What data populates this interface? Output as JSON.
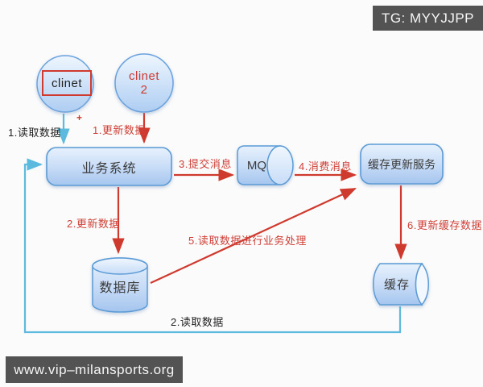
{
  "banners": {
    "telegram": "TG: MYYJJPP",
    "website": "www.vip–milansports.org"
  },
  "nodes": {
    "client1": {
      "label": "clinet"
    },
    "client2": {
      "line1": "clinet",
      "line2": "2"
    },
    "business_system": {
      "label": "业务系统"
    },
    "mq": {
      "label": "MQ"
    },
    "cache_update_service": {
      "label": "缓存更新服务"
    },
    "database": {
      "label": "数据库"
    },
    "cache": {
      "label": "缓存"
    }
  },
  "edges": {
    "client1_read": {
      "label": "1.读取数据"
    },
    "plus_mark": {
      "label": "+"
    },
    "client2_update": {
      "label": "1.更新数据"
    },
    "submit_message": {
      "label": "3.提交消息"
    },
    "consume_message": {
      "label": "4.消费消息"
    },
    "update_database": {
      "label": "2.更新数据"
    },
    "read_and_process": {
      "label": "5.读取数据进行业务处理"
    },
    "update_cache": {
      "label": "6.更新缓存数据"
    },
    "cache_read": {
      "label": "2.读取数据"
    }
  },
  "colors": {
    "arrow_red": "#cf3a2e",
    "arrow_cyan": "#5bbade",
    "node_border": "#5b9bd5",
    "node_fill_top": "#e7f1fc",
    "node_fill_bottom": "#a5c5ee",
    "banner_bg": "#535353",
    "highlight_box_red": "#cf3a31"
  }
}
